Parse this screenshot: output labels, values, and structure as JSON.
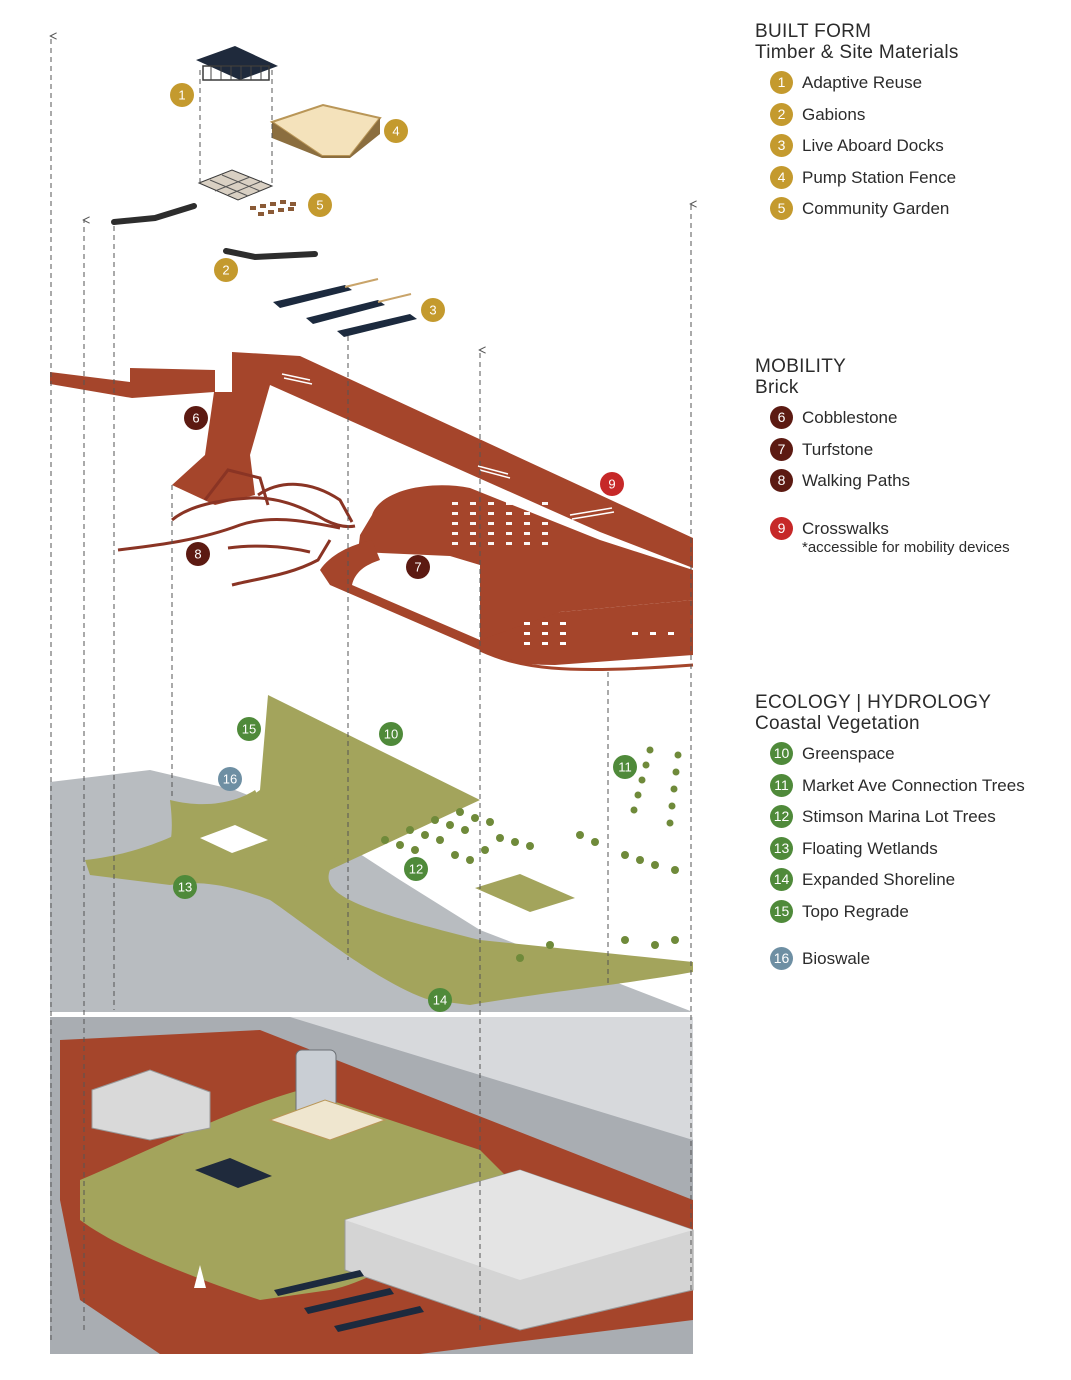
{
  "colors": {
    "timber": "#c49a2e",
    "mobility": "#5c1a12",
    "crosswalk": "#c62828",
    "ecology": "#4f8a3a",
    "bioswale": "#6e8fa3",
    "brick": "#a5452b",
    "green": "#a3a45c",
    "water": "#b8bcc0"
  },
  "legend": {
    "built_form": {
      "title": "BUILT FORM",
      "subtitle": "Timber & Site Materials",
      "items": [
        {
          "num": "1",
          "label": "Adaptive Reuse"
        },
        {
          "num": "2",
          "label": "Gabions"
        },
        {
          "num": "3",
          "label": "Live Aboard Docks"
        },
        {
          "num": "4",
          "label": "Pump Station Fence"
        },
        {
          "num": "5",
          "label": "Community Garden"
        }
      ]
    },
    "mobility": {
      "title": "MOBILITY",
      "subtitle": "Brick",
      "items": [
        {
          "num": "6",
          "label": "Cobblestone"
        },
        {
          "num": "7",
          "label": "Turfstone"
        },
        {
          "num": "8",
          "label": "Walking Paths"
        }
      ],
      "extra": {
        "num": "9",
        "label": "Crosswalks",
        "note": "*accessible for mobility devices"
      }
    },
    "ecology": {
      "title": "ECOLOGY | HYDROLOGY",
      "subtitle": "Coastal Vegetation",
      "items": [
        {
          "num": "10",
          "label": "Greenspace"
        },
        {
          "num": "11",
          "label": "Market Ave Connection Trees"
        },
        {
          "num": "12",
          "label": "Stimson Marina Lot Trees"
        },
        {
          "num": "13",
          "label": "Floating Wetlands"
        },
        {
          "num": "14",
          "label": "Expanded Shoreline"
        },
        {
          "num": "15",
          "label": "Topo Regrade"
        }
      ],
      "extra": {
        "num": "16",
        "label": "Bioswale"
      }
    }
  },
  "markers": {
    "m1": "1",
    "m2": "2",
    "m3": "3",
    "m4": "4",
    "m5": "5",
    "m6": "6",
    "m7": "7",
    "m8": "8",
    "m9": "9",
    "m10": "10",
    "m11": "11",
    "m12": "12",
    "m13": "13",
    "m14": "14",
    "m15": "15",
    "m16": "16"
  }
}
